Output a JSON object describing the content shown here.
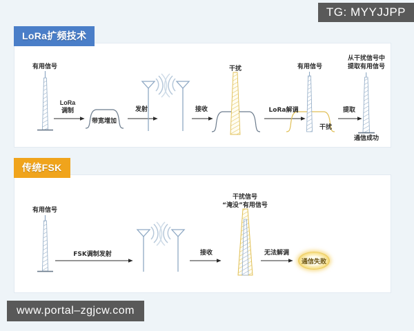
{
  "watermarks": {
    "top_right": "TG: MYYJJPP",
    "bottom_left": "www.portal–zgjcw.com"
  },
  "sections": [
    {
      "id": "lora",
      "badge_label": "LoRa扩频技术",
      "badge_color": "#4a7ec8",
      "labels": {
        "useful_signal": "有用信号",
        "lora_modulate_l1": "LoRa",
        "lora_modulate_l2": "调制",
        "bandwidth_increase": "带宽增加",
        "transmit": "发射",
        "receive": "接收",
        "interference": "干扰",
        "lora_demodulate": "LoRa解调",
        "useful_signal_2": "有用信号",
        "interference_small": "干扰",
        "extract": "提取",
        "extract_from_interference_l1": "从干扰信号中",
        "extract_from_interference_l2": "提取有用信号",
        "comm_success": "通信成功"
      }
    },
    {
      "id": "fsk",
      "badge_label": "传统FSK",
      "badge_color": "#f0a41c",
      "labels": {
        "useful_signal": "有用信号",
        "fsk_modulate_transmit": "FSK调制发射",
        "receive": "接收",
        "interference_signal_l1": "干扰信号",
        "interference_signal_l2": "“淹没”有用信号",
        "cannot_demodulate": "无法解调",
        "comm_failure": "通信失败"
      }
    }
  ],
  "colors": {
    "page_background": "#eef4f8",
    "panel_background": "#ffffff",
    "signal_blue": "#8fa9c4",
    "interference_yellow": "#e8c860",
    "wave_gray": "#6b7b8c",
    "arrow_dark": "#2b2b2b",
    "badge_blue": "#4a7ec8",
    "badge_orange": "#f0a41c",
    "watermark_gray": "#595959",
    "fail_gold": "#d9a913"
  }
}
